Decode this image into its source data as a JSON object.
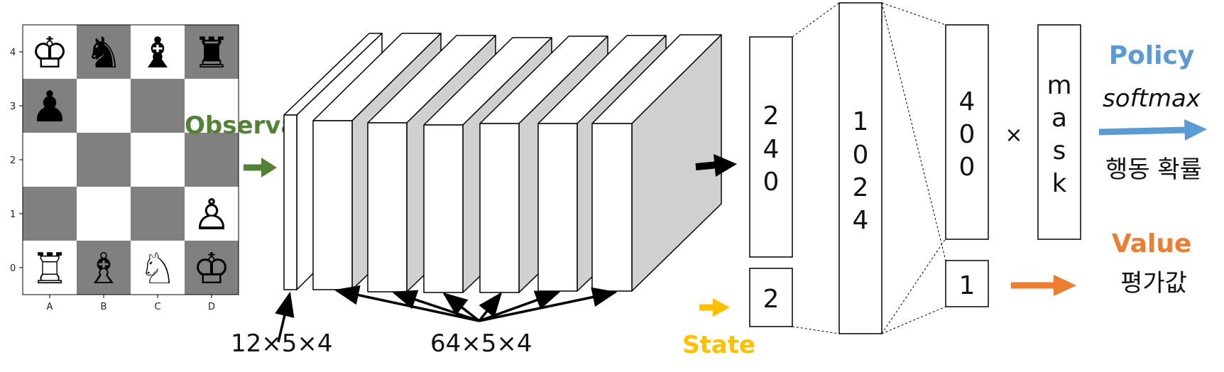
{
  "board": {
    "x_ticks": [
      "A",
      "B",
      "C",
      "D"
    ],
    "y_ticks": [
      "4",
      "3",
      "2",
      "1",
      "0"
    ],
    "pieces": {
      "r4c0": "♔",
      "r4c1": "♞",
      "r4c2": "♝",
      "r4c3": "♜",
      "r3c0": "♟",
      "r1c3": "♙",
      "r0c0": "♖",
      "r0c1": "♗",
      "r0c2": "♘",
      "r0c3": "♔"
    }
  },
  "labels": {
    "observation": "Observation",
    "state": "State",
    "input_dims": "12×5×4",
    "hidden_dims": "64×5×4",
    "layer_240": [
      "2",
      "4",
      "0"
    ],
    "layer_2": "2",
    "layer_1024": [
      "1",
      "0",
      "2",
      "4"
    ],
    "layer_400": [
      "4",
      "0",
      "0"
    ],
    "times": "×",
    "mask": [
      "m",
      "a",
      "s",
      "k"
    ],
    "layer_1": "1",
    "policy": "Policy",
    "softmax": "softmax",
    "policy_desc": "행동 확률",
    "value": "Value",
    "value_desc": "평가값"
  },
  "colors": {
    "observation": "#538135",
    "state": "#FFC000",
    "policy": "#5B9BD5",
    "value": "#ED7D31",
    "dark_square": "#808080",
    "conv_side": "#d0d0d0"
  }
}
